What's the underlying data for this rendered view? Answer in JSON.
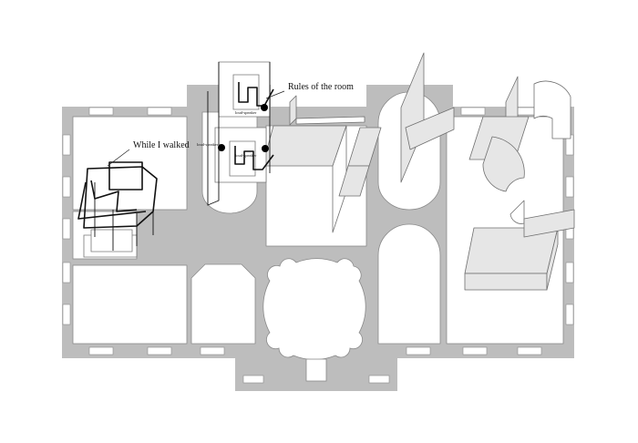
{
  "annotations": {
    "rules": "Rules of the room",
    "walked": "While I walked"
  },
  "speakers": {
    "label": "loud-speaker"
  }
}
